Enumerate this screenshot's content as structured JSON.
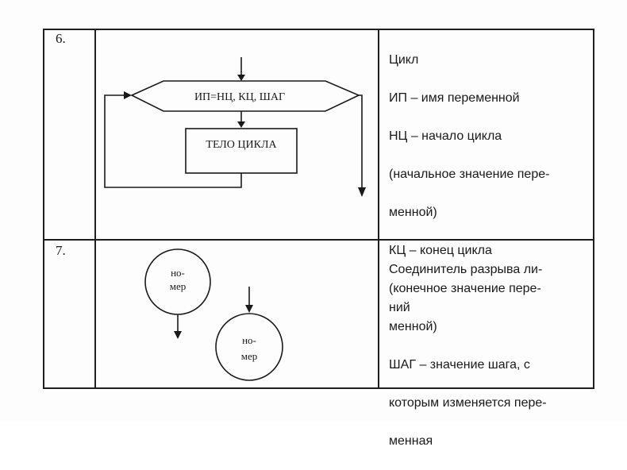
{
  "rows": [
    {
      "number": "6.",
      "block_label": "ИП=НЦ, КЦ, ШАГ",
      "body_label": "ТЕЛО ЦИКЛА",
      "description_lines": [
        "Цикл",
        "ИП – имя переменной",
        "НЦ – начало цикла",
        "(начальное значение пере-",
        "менной)",
        "КЦ – конец цикла",
        "(конечное значение пере-",
        "менной)",
        "ШАГ – значение шага, с",
        "которым изменяется пере-",
        "менная"
      ]
    },
    {
      "number": "7.",
      "connector_label_line1": "но-",
      "connector_label_line2": "мер",
      "description_lines": [
        "Соединитель разрыва ли-",
        "ний"
      ]
    }
  ]
}
